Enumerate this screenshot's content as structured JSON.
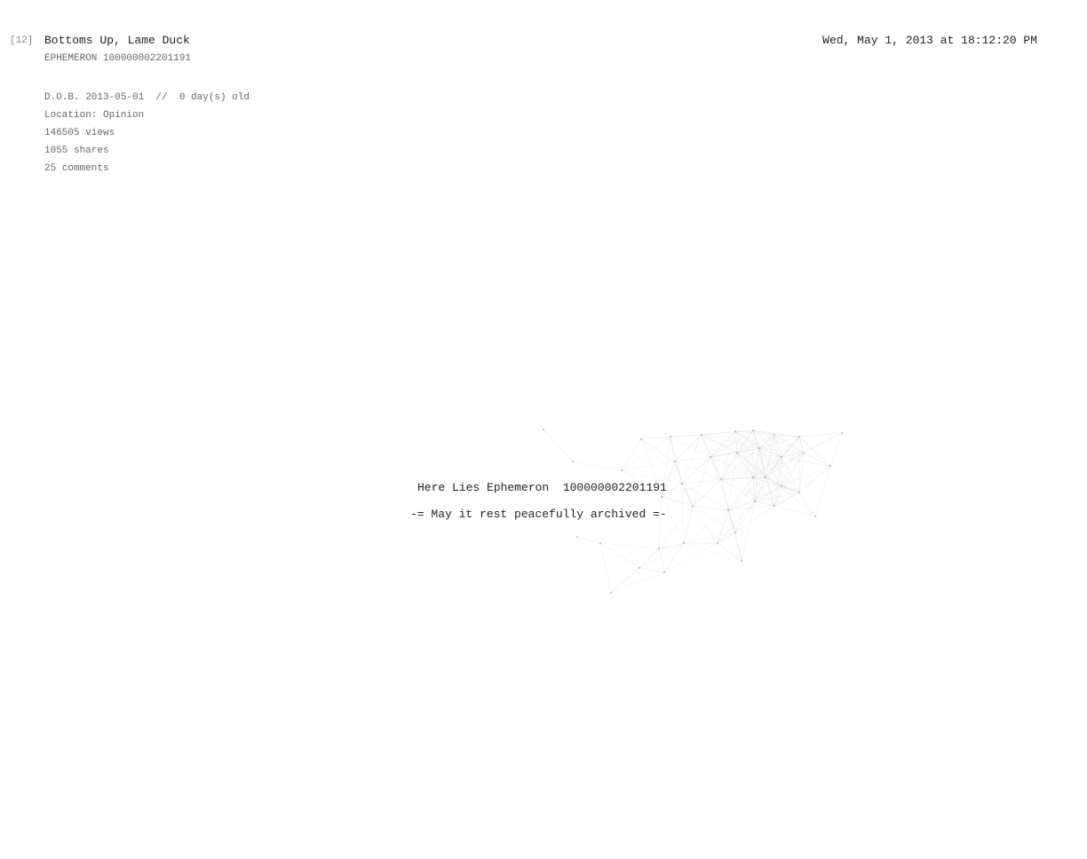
{
  "header": {
    "index": "[12]",
    "title": "Bottoms Up, Lame Duck",
    "identifier": "EPHEMERON 100000002201191",
    "datetime": "Wed, May 1, 2013 at 18:12:20 PM"
  },
  "meta": {
    "dob_line": "D.O.B. 2013-05-01  //  0 day(s) old",
    "location": "Location: Opinion",
    "views": "146505 views",
    "shares": "1055 shares",
    "comments": "25 comments"
  },
  "memorial": {
    "line1": "Here Lies Ephemeron  100000002201191",
    "line2": "-= May it rest peacefully archived =-"
  }
}
